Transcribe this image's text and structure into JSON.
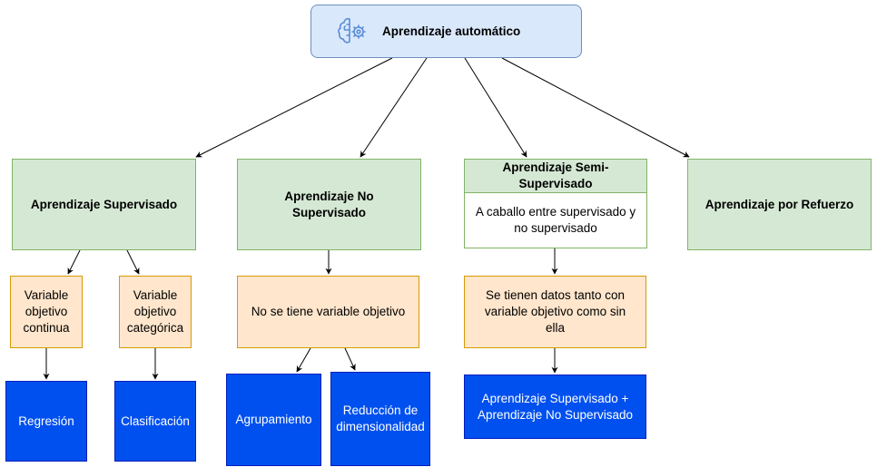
{
  "root": {
    "label": "Aprendizaje automático",
    "icon": "brain-gear-icon"
  },
  "categories": {
    "supervised": "Aprendizaje Supervisado",
    "unsupervised": "Aprendizaje No Supervisado",
    "semi_header": "Aprendizaje Semi-Supervisado",
    "semi_desc": "A caballo entre supervisado y no supervisado",
    "reinforcement": "Aprendizaje por Refuerzo"
  },
  "conditions": {
    "continuous": "Variable objetivo continua",
    "categorical": "Variable objetivo categórica",
    "no_target": "No se tiene variable objetivo",
    "mixed": "Se tienen datos tanto con variable objetivo como sin ella"
  },
  "techniques": {
    "regression": "Regresión",
    "classification": "Clasificación",
    "clustering": "Agrupamiento",
    "dim_reduction": "Reducción de dimensionalidad",
    "combined": "Aprendizaje Supervisado + Aprendizaje No Supervisado"
  },
  "colors": {
    "root_fill": "#dae8fc",
    "root_stroke": "#6c8ebf",
    "green_fill": "#d5e8d4",
    "green_stroke": "#82b366",
    "orange_fill": "#ffe6cc",
    "orange_stroke": "#d79b00",
    "blue_fill": "#0050ef",
    "blue_stroke": "#001dbc"
  }
}
